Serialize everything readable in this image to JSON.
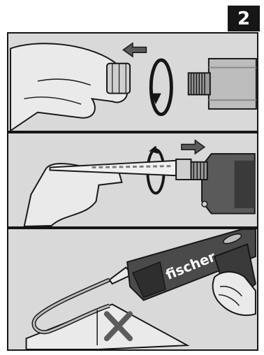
{
  "step": {
    "number": "2"
  },
  "brand": {
    "label": "fischer"
  },
  "colors": {
    "background": "#d9d9d9",
    "outline": "#161616",
    "skin": "#eaeaea",
    "metal": "#bdbdbd",
    "dark_metal": "#5a5a5a",
    "cross": "#5c5c5c"
  },
  "panels": [
    {
      "id": "unscrew-cap",
      "arrow_direction": "left",
      "rotation": "counter-clockwise"
    },
    {
      "id": "screw-on-mixer",
      "arrow_direction": "right",
      "rotation": "clockwise"
    },
    {
      "id": "discard-first-extrusion"
    }
  ]
}
